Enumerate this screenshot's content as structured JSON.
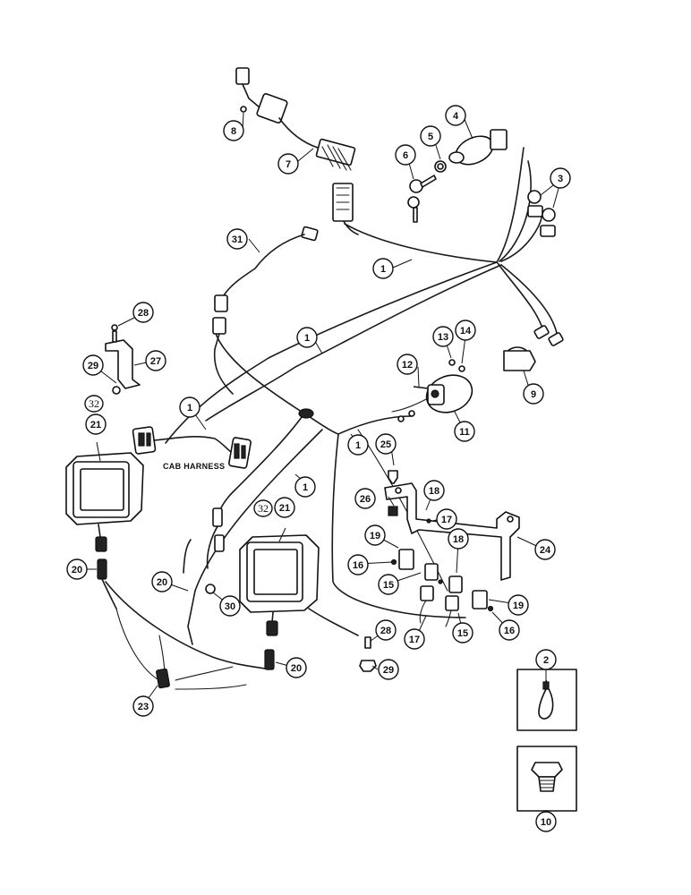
{
  "labels": {
    "cab_harness": "CAB HARNESS"
  },
  "callouts": {
    "c1": "1",
    "c2": "2",
    "c3": "3",
    "c4": "4",
    "c5": "5",
    "c6": "6",
    "c7": "7",
    "c8": "8",
    "c9": "9",
    "c10": "10",
    "c11": "11",
    "c12": "12",
    "c13": "13",
    "c14": "14",
    "c15": "15",
    "c16": "16",
    "c17": "17",
    "c18": "18",
    "c19": "19",
    "c20": "20",
    "c21": "21",
    "c23": "23",
    "c24": "24",
    "c25": "25",
    "c26": "26",
    "c27": "27",
    "c28": "28",
    "c29": "29",
    "c30": "30",
    "c31": "31",
    "c32": "32"
  }
}
